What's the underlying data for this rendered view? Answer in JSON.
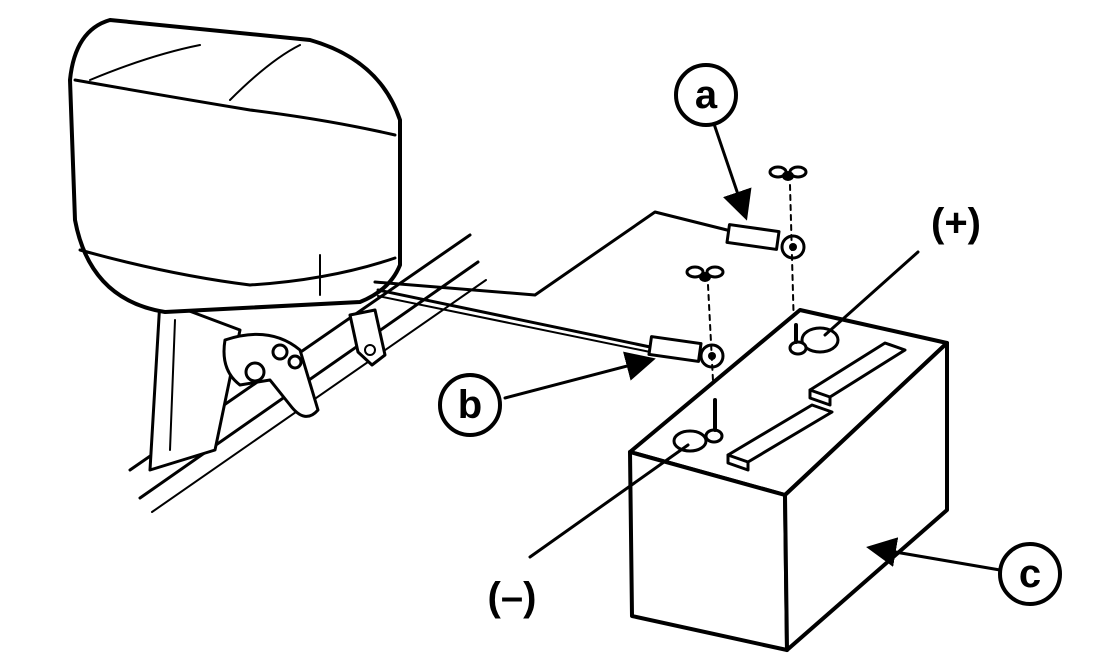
{
  "diagram": {
    "callouts": {
      "a": "a",
      "b": "b",
      "c": "c",
      "positive": "(+)",
      "negative": "(–)"
    }
  }
}
